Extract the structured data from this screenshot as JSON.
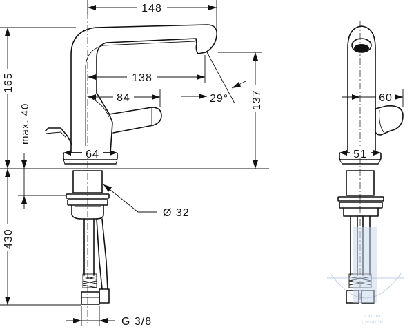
{
  "dimensions": {
    "reach_total": "148",
    "reach_spout": "138",
    "handle": "84",
    "base_width": "64",
    "spout_angle": "29°",
    "overall_height": "165",
    "max_height": "max. 40",
    "spout_height": "137",
    "below_counter": "430",
    "shank_diameter": "Ø 32",
    "connection": "G 3/8",
    "side_handle": "60",
    "side_base": "51"
  },
  "watermark": {
    "line1": "vannu",
    "line2": "pasaule"
  },
  "colors": {
    "line": "#111111",
    "watermark": "#8aa6c8"
  }
}
